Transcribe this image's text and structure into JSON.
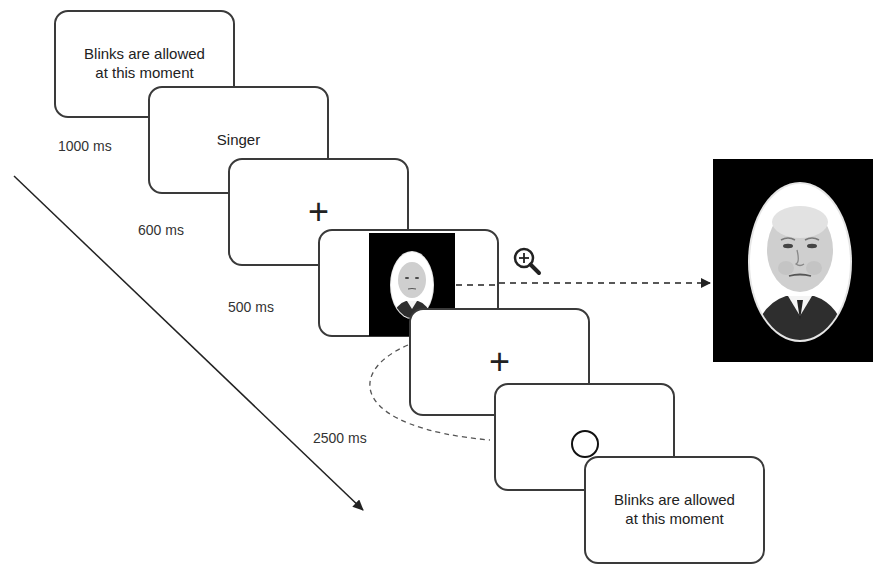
{
  "diagram": {
    "nodes": [
      {
        "text": [
          "Blinks are allowed at this moment"
        ]
      },
      {
        "text": [
          "Singer"
        ]
      },
      {
        "text": [
          "+"
        ]
      },
      {
        "text": [
          "+"
        ]
      },
      {
        "text": [
          "Blinks are allowed at this moment"
        ]
      }
    ],
    "labels": [
      "1000 ms",
      "600 ms",
      "500 ms",
      "2500 ms"
    ]
  }
}
